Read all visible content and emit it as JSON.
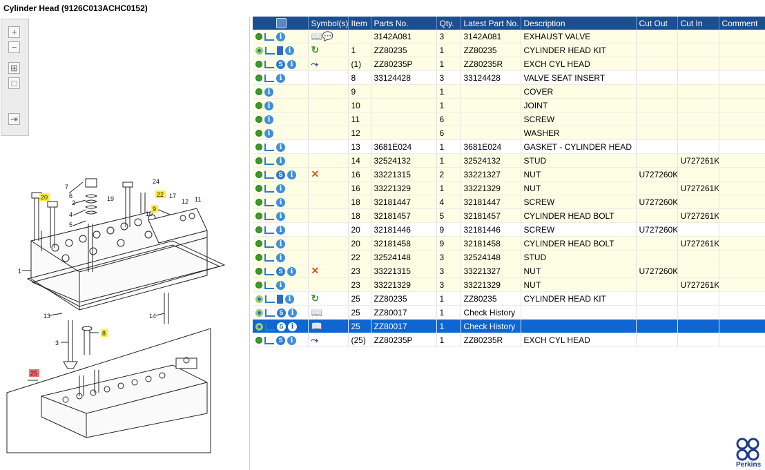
{
  "window": {
    "title": "Cylinder Head (9126C013ACHC0152)"
  },
  "toolbar": {
    "zoom_in": "+",
    "zoom_out": "−",
    "fit_all": "⊞",
    "fit_page": "□",
    "export": "⇥"
  },
  "grid": {
    "columns": [
      "",
      "Symbol(s)",
      "Item",
      "Parts No.",
      "Qty.",
      "Latest Part No.",
      "Description",
      "Cut Out",
      "Cut In",
      "Comment"
    ],
    "rows": [
      {
        "icons": [
          "gear",
          "cart",
          "i"
        ],
        "symbol": "book-bubble",
        "item": "",
        "part": "3142A081",
        "qty": "3",
        "latest": "3142A081",
        "desc": "EXHAUST VALVE",
        "cut_out": "",
        "cut_in": "",
        "comment": ""
      },
      {
        "icons": [
          "gear2",
          "cart",
          "book",
          "i"
        ],
        "symbol": "cycle",
        "item": "1",
        "part": "ZZ80235",
        "qty": "1",
        "latest": "ZZ80235",
        "desc": "CYLINDER HEAD KIT",
        "cut_out": "",
        "cut_in": "",
        "comment": ""
      },
      {
        "icons": [
          "gear",
          "cart",
          "s",
          "i"
        ],
        "symbol": "branch",
        "item": "(1)",
        "part": "ZZ80235P",
        "qty": "1",
        "latest": "ZZ80235R",
        "desc": "EXCH CYL HEAD",
        "cut_out": "",
        "cut_in": "",
        "comment": ""
      },
      {
        "icons": [
          "gear",
          "cart",
          "i"
        ],
        "symbol": "",
        "item": "8",
        "part": "33124428",
        "qty": "3",
        "latest": "33124428",
        "desc": "VALVE SEAT INSERT",
        "cut_out": "",
        "cut_in": "",
        "comment": ""
      },
      {
        "icons": [
          "gear",
          "i"
        ],
        "symbol": "",
        "item": "9",
        "part": "",
        "qty": "1",
        "latest": "",
        "desc": "COVER",
        "cut_out": "",
        "cut_in": "",
        "comment": ""
      },
      {
        "icons": [
          "gear",
          "i"
        ],
        "symbol": "",
        "item": "10",
        "part": "",
        "qty": "1",
        "latest": "",
        "desc": "JOINT",
        "cut_out": "",
        "cut_in": "",
        "comment": ""
      },
      {
        "icons": [
          "gear",
          "i"
        ],
        "symbol": "",
        "item": "11",
        "part": "",
        "qty": "6",
        "latest": "",
        "desc": "SCREW",
        "cut_out": "",
        "cut_in": "",
        "comment": ""
      },
      {
        "icons": [
          "gear",
          "i"
        ],
        "symbol": "",
        "item": "12",
        "part": "",
        "qty": "6",
        "latest": "",
        "desc": "WASHER",
        "cut_out": "",
        "cut_in": "",
        "comment": ""
      },
      {
        "icons": [
          "gear",
          "cart",
          "i"
        ],
        "symbol": "",
        "item": "13",
        "part": "3681E024",
        "qty": "1",
        "latest": "3681E024",
        "desc": "GASKET - CYLINDER HEAD",
        "cut_out": "",
        "cut_in": "",
        "comment": ""
      },
      {
        "icons": [
          "gear",
          "cart",
          "i"
        ],
        "symbol": "",
        "item": "14",
        "part": "32524132",
        "qty": "1",
        "latest": "32524132",
        "desc": "STUD",
        "cut_out": "",
        "cut_in": "U727261K",
        "comment": ""
      },
      {
        "icons": [
          "gear",
          "cart",
          "s",
          "i"
        ],
        "symbol": "x",
        "item": "16",
        "part": "33221315",
        "qty": "2",
        "latest": "33221327",
        "desc": "NUT",
        "cut_out": "U727260K",
        "cut_in": "",
        "comment": ""
      },
      {
        "icons": [
          "gear",
          "cart",
          "i"
        ],
        "symbol": "",
        "item": "16",
        "part": "33221329",
        "qty": "1",
        "latest": "33221329",
        "desc": "NUT",
        "cut_out": "",
        "cut_in": "U727261K",
        "comment": ""
      },
      {
        "icons": [
          "gear",
          "cart",
          "i"
        ],
        "symbol": "",
        "item": "18",
        "part": "32181447",
        "qty": "4",
        "latest": "32181447",
        "desc": "SCREW",
        "cut_out": "U727260K",
        "cut_in": "",
        "comment": ""
      },
      {
        "icons": [
          "gear",
          "cart",
          "i"
        ],
        "symbol": "",
        "item": "18",
        "part": "32181457",
        "qty": "5",
        "latest": "32181457",
        "desc": "CYLINDER HEAD BOLT",
        "cut_out": "",
        "cut_in": "U727261K",
        "comment": ""
      },
      {
        "icons": [
          "gear",
          "cart",
          "i"
        ],
        "symbol": "",
        "item": "20",
        "part": "32181446",
        "qty": "9",
        "latest": "32181446",
        "desc": "SCREW",
        "cut_out": "U727260K",
        "cut_in": "",
        "comment": ""
      },
      {
        "icons": [
          "gear",
          "cart",
          "i"
        ],
        "symbol": "",
        "item": "20",
        "part": "32181458",
        "qty": "9",
        "latest": "32181458",
        "desc": "CYLINDER HEAD BOLT",
        "cut_out": "",
        "cut_in": "U727261K",
        "comment": ""
      },
      {
        "icons": [
          "gear",
          "cart",
          "i"
        ],
        "symbol": "",
        "item": "22",
        "part": "32524148",
        "qty": "3",
        "latest": "32524148",
        "desc": "STUD",
        "cut_out": "",
        "cut_in": "",
        "comment": ""
      },
      {
        "icons": [
          "gear",
          "cart",
          "s",
          "i"
        ],
        "symbol": "x",
        "item": "23",
        "part": "33221315",
        "qty": "3",
        "latest": "33221327",
        "desc": "NUT",
        "cut_out": "U727260K",
        "cut_in": "",
        "comment": ""
      },
      {
        "icons": [
          "gear",
          "cart",
          "i"
        ],
        "symbol": "",
        "item": "23",
        "part": "33221329",
        "qty": "3",
        "latest": "33221329",
        "desc": "NUT",
        "cut_out": "",
        "cut_in": "U727261K",
        "comment": ""
      },
      {
        "icons": [
          "gear2",
          "cart",
          "book",
          "i"
        ],
        "symbol": "cycle",
        "item": "25",
        "part": "ZZ80235",
        "qty": "1",
        "latest": "ZZ80235",
        "desc": "CYLINDER HEAD KIT",
        "cut_out": "",
        "cut_in": "",
        "comment": ""
      },
      {
        "icons": [
          "gear2",
          "cart",
          "s",
          "i"
        ],
        "symbol": "book",
        "item": "25",
        "part": "ZZ80017",
        "qty": "1",
        "latest": "Check History",
        "desc": "",
        "cut_out": "",
        "cut_in": "",
        "comment": ""
      },
      {
        "icons": [
          "gear2",
          "cart",
          "s",
          "i"
        ],
        "symbol": "book",
        "item": "25",
        "part": "ZZ80017",
        "qty": "1",
        "latest": "Check History",
        "desc": "",
        "cut_out": "",
        "cut_in": "",
        "comment": "",
        "selected": true
      },
      {
        "icons": [
          "gear",
          "cart",
          "s",
          "i"
        ],
        "symbol": "branch",
        "item": "(25)",
        "part": "ZZ80235P",
        "qty": "1",
        "latest": "ZZ80235R",
        "desc": "EXCH CYL HEAD",
        "cut_out": "",
        "cut_in": "",
        "comment": ""
      }
    ]
  },
  "drawing": {
    "callouts": [
      "1",
      "2",
      "3",
      "4",
      "5",
      "6",
      "7",
      "8",
      "9",
      "10",
      "11",
      "12",
      "13",
      "14",
      "17",
      "19",
      "20",
      "22",
      "24",
      "25"
    ],
    "highlighted": [
      "20",
      "22",
      "9",
      "8"
    ],
    "kit_label": "25"
  },
  "brand": {
    "name": "Perkins",
    "color": "#1d3a8a"
  }
}
